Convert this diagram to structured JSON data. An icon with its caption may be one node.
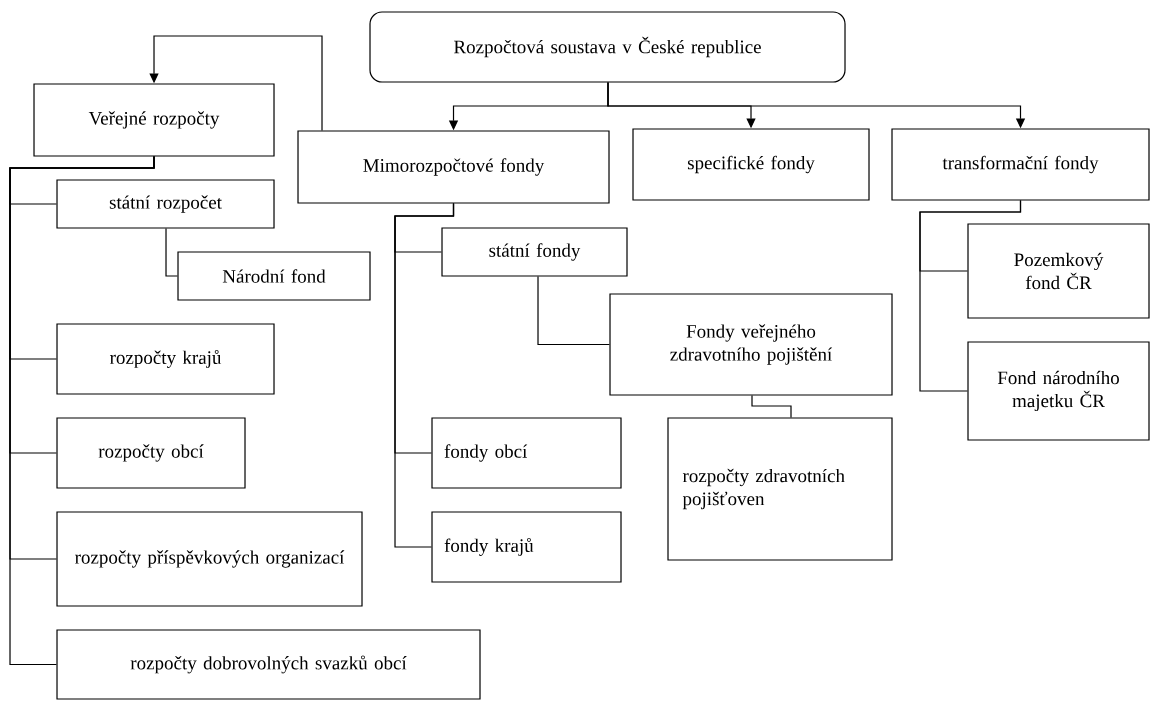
{
  "diagram": {
    "nodes": [
      {
        "text": [
          "Rozpočtová soustava v České republice"
        ]
      },
      {
        "text": [
          "Veřejné rozpočty"
        ]
      },
      {
        "text": [
          "Mimorozpočtové fondy"
        ]
      },
      {
        "text": [
          "specifické fondy"
        ]
      },
      {
        "text": [
          "transformační fondy"
        ]
      },
      {
        "text": [
          "státní rozpočet"
        ]
      },
      {
        "text": [
          "Národní fond"
        ]
      },
      {
        "text": [
          "rozpočty krajů"
        ]
      },
      {
        "text": [
          "rozpočty obcí"
        ]
      },
      {
        "text": [
          "rozpočty příspěvkových organizací"
        ]
      },
      {
        "text": [
          "rozpočty dobrovolných svazků obcí"
        ]
      },
      {
        "text": [
          "státní fondy"
        ]
      },
      {
        "text": [
          "Fondy veřejného zdravotního pojištění"
        ]
      },
      {
        "text": [
          "rozpočty zdravotních pojišťoven"
        ]
      },
      {
        "text": [
          "fondy obcí"
        ]
      },
      {
        "text": [
          "fondy krajů"
        ]
      },
      {
        "text": [
          "Pozemkový fond ČR"
        ]
      },
      {
        "text": [
          "Fond národního majetku ČR"
        ]
      }
    ],
    "edges": [
      {
        "from": 0,
        "to": 2,
        "arrow": "to"
      },
      {
        "from": 0,
        "to": 3,
        "arrow": "to"
      },
      {
        "from": 0,
        "to": 4,
        "arrow": "to"
      },
      {
        "from": 2,
        "to": 1,
        "arrow": "to"
      },
      {
        "from": 1,
        "to": 5,
        "arrow": "none"
      },
      {
        "from": 5,
        "to": 6,
        "arrow": "none"
      },
      {
        "from": 1,
        "to": 7,
        "arrow": "none"
      },
      {
        "from": 1,
        "to": 8,
        "arrow": "none"
      },
      {
        "from": 1,
        "to": 9,
        "arrow": "none"
      },
      {
        "from": 1,
        "to": 10,
        "arrow": "none"
      },
      {
        "from": 2,
        "to": 11,
        "arrow": "none"
      },
      {
        "from": 11,
        "to": 12,
        "arrow": "none"
      },
      {
        "from": 12,
        "to": 13,
        "arrow": "none"
      },
      {
        "from": 2,
        "to": 14,
        "arrow": "none"
      },
      {
        "from": 2,
        "to": 15,
        "arrow": "none"
      },
      {
        "from": 4,
        "to": 16,
        "arrow": "none"
      },
      {
        "from": 4,
        "to": 17,
        "arrow": "none"
      }
    ]
  }
}
